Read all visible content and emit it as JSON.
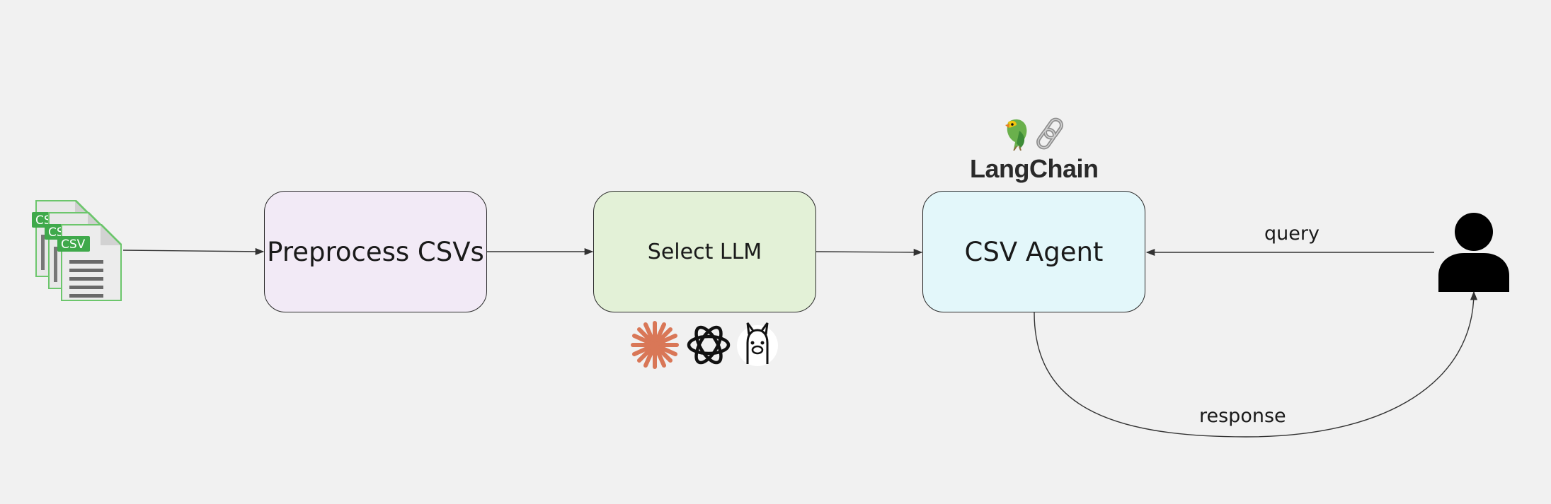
{
  "nodes": {
    "preprocess": "Preprocess CSVs",
    "select_llm": "Select LLM",
    "csv_agent": "CSV Agent"
  },
  "edges": {
    "query": "query",
    "response": "response"
  },
  "framework": {
    "name": "LangChain",
    "icons": [
      "parrot-icon",
      "chain-link-icon"
    ]
  },
  "csv_files": {
    "file_label": "CSV",
    "icon": "csv-file-icon",
    "color": "#5cb85c"
  },
  "llm_providers": [
    "anthropic-icon",
    "openai-icon",
    "ollama-icon"
  ],
  "user": {
    "icon": "user-icon"
  },
  "colors": {
    "background": "#f1f1f1",
    "preprocess_fill": "#f2eaf6",
    "select_llm_fill": "#e3f1d7",
    "csv_agent_fill": "#e3f7fa",
    "anthropic": "#d97757",
    "file_green": "#5cb85c"
  }
}
